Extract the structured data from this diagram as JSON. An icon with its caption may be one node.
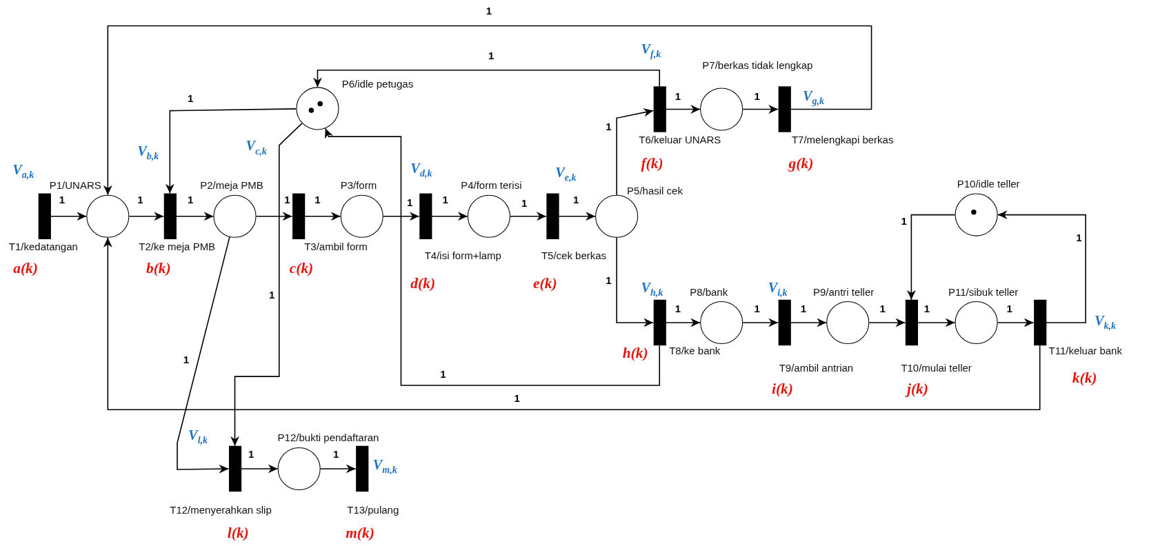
{
  "diagram": {
    "nodes": [
      {
        "text": [
          "T1/kedatangan"
        ],
        "beside": [
          "V$_{a,k}$",
          "a(k)"
        ]
      },
      {
        "text": [
          "P1/UNARS"
        ]
      },
      {
        "text": [
          "T2/ke meja PMB"
        ],
        "beside": [
          "V$_{b,k}$",
          "b(k)"
        ]
      },
      {
        "text": [
          "P2/meja PMB"
        ]
      },
      {
        "text": [
          "T3/ambil form"
        ],
        "beside": [
          "V$_{c,k}$",
          "c(k)"
        ]
      },
      {
        "text": [
          "P3/form"
        ]
      },
      {
        "text": [
          "T4/isi form+lamp"
        ],
        "beside": [
          "V$_{d,k}$",
          "d(k)"
        ]
      },
      {
        "text": [
          "P4/form terisi"
        ]
      },
      {
        "text": [
          "T5/cek berkas"
        ],
        "beside": [
          "V$_{e,k}$",
          "e(k)"
        ]
      },
      {
        "text": [
          "P5/hasil cek"
        ]
      },
      {
        "text": [
          "P6/idle petugas"
        ]
      },
      {
        "text": [
          "T6/keluar UNARS"
        ],
        "beside": [
          "V$_{f,k}$",
          "f(k)"
        ]
      },
      {
        "text": [
          "P7/berkas tidak lengkap"
        ]
      },
      {
        "text": [
          "T7/melengkapi berkas"
        ],
        "beside": [
          "V$_{g,k}$",
          "g(k)"
        ]
      },
      {
        "text": [
          "T8/ke bank"
        ],
        "beside": [
          "V$_{h,k}$",
          "h(k)"
        ]
      },
      {
        "text": [
          "P8/bank"
        ]
      },
      {
        "text": [
          "T9/ambil antrian"
        ],
        "beside": [
          "V$_{i,k}$",
          "i(k)"
        ]
      },
      {
        "text": [
          "P9/antri teller"
        ]
      },
      {
        "text": [
          "T10/mulai teller"
        ],
        "beside": [
          "j(k)"
        ]
      },
      {
        "text": [
          "P10/idle teller"
        ]
      },
      {
        "text": [
          "P11/sibuk teller"
        ]
      },
      {
        "text": [
          "T11/keluar bank"
        ],
        "beside": [
          "V$_{k,k}$",
          "k(k)"
        ]
      },
      {
        "text": [
          "T12/menyerahkan slip"
        ],
        "beside": [
          "V$_{l,k}$",
          "l(k)"
        ]
      },
      {
        "text": [
          "P12/bukti pendaftaran"
        ]
      },
      {
        "text": [
          "T13/pulang"
        ],
        "beside": [
          "V$_{m,k}$",
          "m(k)"
        ]
      }
    ],
    "edges": [
      {
        "from": 0,
        "to": 1,
        "arrow": "to",
        "label": "1"
      },
      {
        "from": 1,
        "to": 2,
        "arrow": "to",
        "label": "1"
      },
      {
        "from": 2,
        "to": 3,
        "arrow": "to",
        "label": "1"
      },
      {
        "from": 3,
        "to": 4,
        "arrow": "to",
        "label": "1"
      },
      {
        "from": 4,
        "to": 5,
        "arrow": "to",
        "label": "1"
      },
      {
        "from": 5,
        "to": 6,
        "arrow": "to",
        "label": "1"
      },
      {
        "from": 6,
        "to": 7,
        "arrow": "to",
        "label": "1"
      },
      {
        "from": 7,
        "to": 8,
        "arrow": "to",
        "label": "1"
      },
      {
        "from": 8,
        "to": 9,
        "arrow": "to",
        "label": "1"
      },
      {
        "from": 9,
        "to": 11,
        "arrow": "to",
        "label": "1"
      },
      {
        "from": 11,
        "to": 12,
        "arrow": "to",
        "label": "1"
      },
      {
        "from": 12,
        "to": 13,
        "arrow": "to",
        "label": "1"
      },
      {
        "from": 13,
        "to": 1,
        "arrow": "to",
        "label": "1"
      },
      {
        "from": 11,
        "to": 10,
        "arrow": "to",
        "label": "1"
      },
      {
        "from": 10,
        "to": 2,
        "arrow": "to",
        "label": "1"
      },
      {
        "from": 14,
        "to": 10,
        "arrow": "to",
        "label": "1"
      },
      {
        "from": 10,
        "to": 22,
        "arrow": "to",
        "label": "1"
      },
      {
        "from": 21,
        "to": 1,
        "arrow": "to",
        "label": "1"
      },
      {
        "from": 3,
        "to": 22,
        "arrow": "to",
        "label": "1"
      },
      {
        "from": 22,
        "to": 23,
        "arrow": "to",
        "label": "1"
      },
      {
        "from": 23,
        "to": 24,
        "arrow": "to",
        "label": "1"
      },
      {
        "from": 9,
        "to": 14,
        "arrow": "to",
        "label": "1"
      },
      {
        "from": 14,
        "to": 15,
        "arrow": "to",
        "label": "1"
      },
      {
        "from": 15,
        "to": 16,
        "arrow": "to",
        "label": "1"
      },
      {
        "from": 16,
        "to": 17,
        "arrow": "to",
        "label": "1"
      },
      {
        "from": 17,
        "to": 18,
        "arrow": "to",
        "label": "1"
      },
      {
        "from": 18,
        "to": 20,
        "arrow": "to",
        "label": "1"
      },
      {
        "from": 20,
        "to": 21,
        "arrow": "to",
        "label": "1"
      },
      {
        "from": 21,
        "to": 19,
        "arrow": "to",
        "label": "1"
      },
      {
        "from": 19,
        "to": 18,
        "arrow": "to",
        "label": "1"
      }
    ]
  }
}
